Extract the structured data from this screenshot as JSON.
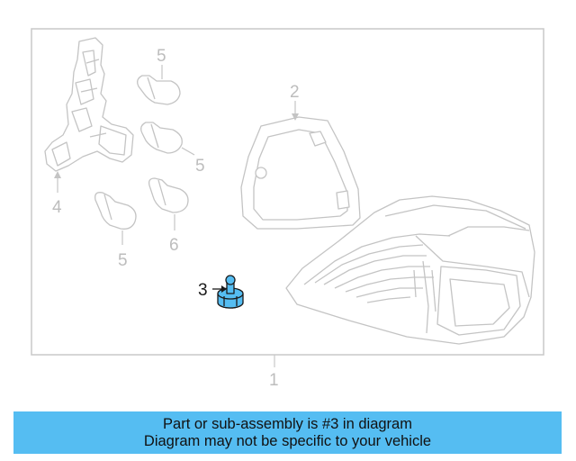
{
  "callouts": {
    "c1": "1",
    "c2": "2",
    "c3": "3",
    "c4": "4",
    "c5a": "5",
    "c5b": "5",
    "c5c": "5",
    "c6": "6"
  },
  "banner": {
    "line1": "Part or sub-assembly is #3 in diagram",
    "line2": "Diagram may not be specific to your vehicle"
  },
  "colors": {
    "highlight_part": "#55bdf2",
    "banner_bg": "#55bdf2",
    "line_art": "#c8c8c8"
  }
}
